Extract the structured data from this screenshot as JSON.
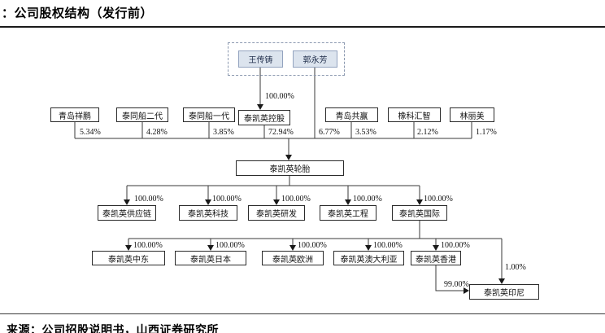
{
  "figure": {
    "title": "：公司股权结构（发行前）",
    "source": "来源：公司招股说明书，山西证券研究所"
  },
  "founders": {
    "wang": "王传铸",
    "guo": "郭永芳",
    "group_to_holding_pct": "100.00%",
    "guo_direct_pct": "6.77%"
  },
  "shareholders": [
    {
      "name": "青岛祥鹏",
      "pct": "5.34%"
    },
    {
      "name": "泰同船二代",
      "pct": "4.28%"
    },
    {
      "name": "泰同船一代",
      "pct": "3.85%"
    },
    {
      "name": "泰凯英控股",
      "pct": "72.94%"
    },
    {
      "name": "青岛共赢",
      "pct": "3.53%"
    },
    {
      "name": "橡科汇智",
      "pct": "2.12%"
    },
    {
      "name": "林丽美",
      "pct": "1.17%"
    }
  ],
  "company": {
    "name": "泰凯英轮胎"
  },
  "level1": [
    {
      "name": "泰凯英供应链",
      "pct": "100.00%"
    },
    {
      "name": "泰凯英科技",
      "pct": "100.00%"
    },
    {
      "name": "泰凯英研发",
      "pct": "100.00%"
    },
    {
      "name": "泰凯英工程",
      "pct": "100.00%"
    },
    {
      "name": "泰凯英国际",
      "pct": "100.00%"
    }
  ],
  "level2": [
    {
      "name": "泰凯英中东",
      "pct": "100.00%"
    },
    {
      "name": "泰凯英日本",
      "pct": "100.00%"
    },
    {
      "name": "泰凯英欧洲",
      "pct": "100.00%"
    },
    {
      "name": "泰凯英澳大利亚",
      "pct": "100.00%"
    },
    {
      "name": "泰凯英香港",
      "pct": "100.00%"
    }
  ],
  "indonesia": {
    "name": "泰凯英印尼",
    "from_hongkong_pct": "99.00%",
    "from_international_pct": "1.00%"
  },
  "colors": {
    "founder_box_fill": "#dce4ee",
    "founder_box_border": "#93a3bf",
    "box_border": "#2b2b2b",
    "line": "#3a3a3a"
  }
}
